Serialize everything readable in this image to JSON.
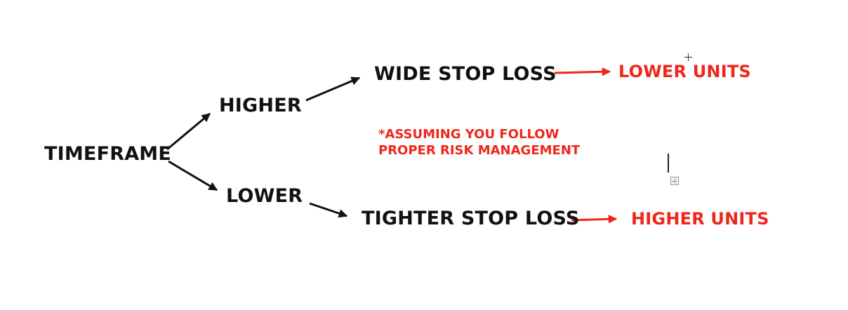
{
  "diagram": {
    "nodes": {
      "root": "TIMEFRAME",
      "higher": "HIGHER",
      "lower": "LOWER",
      "wide_stop": "WIDE STOP LOSS",
      "tight_stop": "TIGHTER STOP LOSS",
      "lower_units": "LOWER UNITS",
      "higher_units": "HIGHER UNITS"
    },
    "note": {
      "line1": "*ASSUMING YOU FOLLOW",
      "line2": "PROPER RISK MANAGEMENT"
    },
    "edges": [
      {
        "from": "TIMEFRAME",
        "to": "HIGHER",
        "color": "#111111"
      },
      {
        "from": "TIMEFRAME",
        "to": "LOWER",
        "color": "#111111"
      },
      {
        "from": "HIGHER",
        "to": "WIDE STOP LOSS",
        "color": "#111111"
      },
      {
        "from": "LOWER",
        "to": "TIGHTER STOP LOSS",
        "color": "#111111"
      },
      {
        "from": "WIDE STOP LOSS",
        "to": "LOWER UNITS",
        "color": "#f0261b"
      },
      {
        "from": "TIGHTER STOP LOSS",
        "to": "HIGHER UNITS",
        "color": "#f0261b"
      }
    ],
    "colors": {
      "text": "#111111",
      "accent": "#f0261b",
      "background": "#ffffff"
    }
  },
  "overlay": {
    "icons": [
      "crosshair-cursor-icon",
      "text-caret-icon",
      "move-handle-icon"
    ]
  }
}
